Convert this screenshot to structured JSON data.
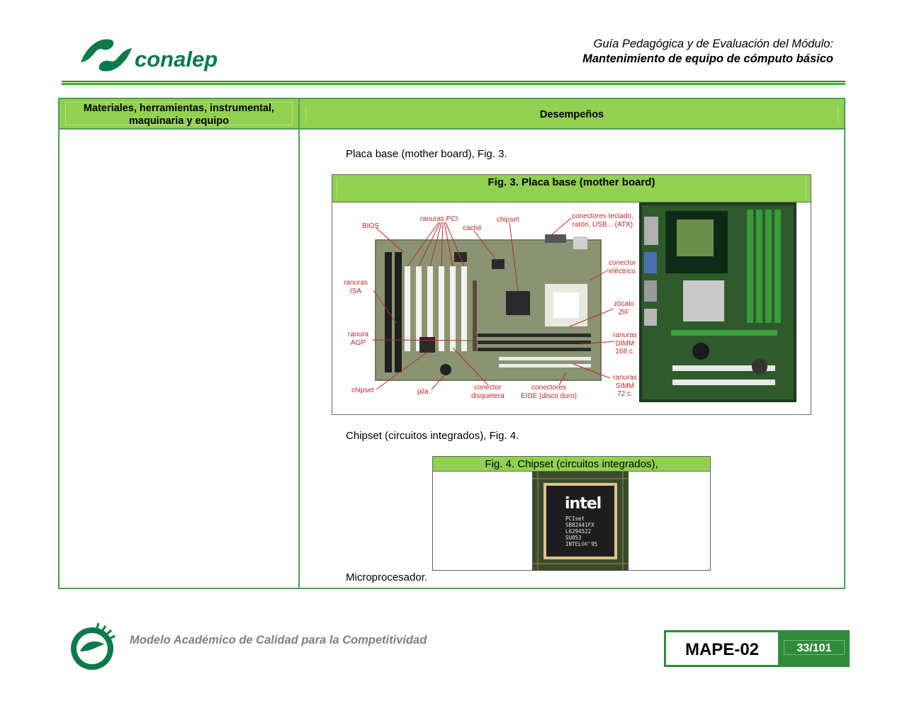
{
  "header": {
    "logo_text": "conalep",
    "title": "Guía Pedagógica y de Evaluación del Módulo:",
    "subtitle": "Mantenimiento de equipo de cómputo básico"
  },
  "table": {
    "col_left_header": "Materiales, herramientas, instrumental, maquinaria y equipo",
    "col_right_header": "Desempeños"
  },
  "content": {
    "para1": "Placa base (mother board), Fig. 3.",
    "fig3_title": "Fig. 3. Placa base (mother board)",
    "fig3_labels": {
      "bios": "BIOS",
      "ranuras_pci": "ranuras PCI",
      "cache": "caché",
      "chipset_top": "chipset",
      "conectores_teclado": "conectores teclado,\nratón, USB... (ATX)",
      "conector_electrico": "conector\neléctrico",
      "ranuras_isa": "ranuras\nISA",
      "zocalo_zif": "zócalo\nZIF",
      "ranura_agp": "ranura\nAGP",
      "ranuras_dimm": "ranuras\nDIMM\n168 c.",
      "ranuras_simm": "ranuras\nSIMM\n72 c.",
      "chipset_bottom": "chipset",
      "pila": "pila",
      "conector_disquetera": "conector\ndisquetera",
      "conectores_eide": "conectores\nEIDE (disco duro)"
    },
    "para2": "Chipset (circuitos integrados), Fig. 4.",
    "fig4_title": "Fig. 4. Chipset (circuitos integrados),",
    "chip": {
      "brand": "intel",
      "lines": [
        "PCIset",
        "SB82441FX",
        "L6294522",
        "SU053",
        "INTEL©©'95"
      ]
    },
    "para3": "Microprocesador."
  },
  "footer": {
    "tagline": "Modelo Académico de Calidad para la Competitividad",
    "code": "MAPE-02",
    "page": "33/101"
  },
  "colors": {
    "brand_green": "#0a7a4a",
    "header_green": "#92d050",
    "border_green": "#4a9e5c",
    "label_red": "#c0282b"
  }
}
